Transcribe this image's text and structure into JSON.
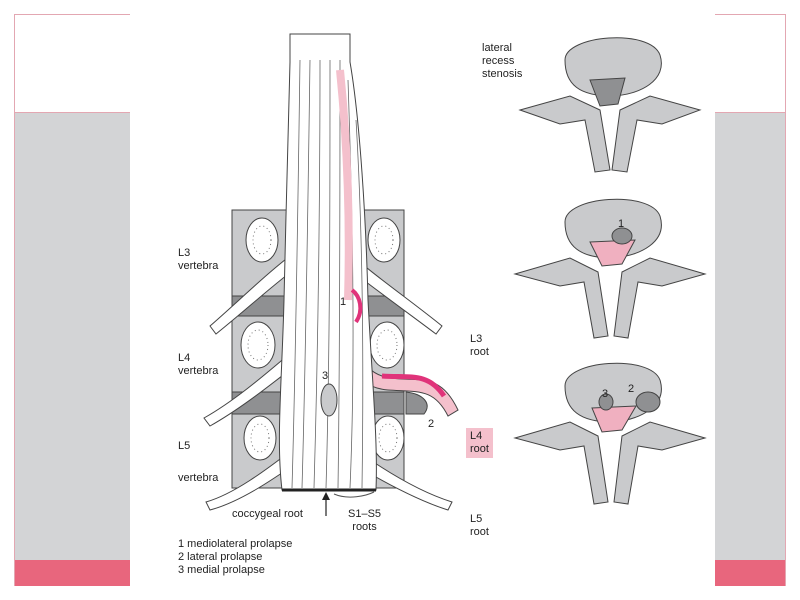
{
  "labels": {
    "lateral_recess_stenosis": "lateral\nrecess\nstenosis",
    "l3_vertebra": "L3\nvertebra",
    "l4_vertebra": "L4\nvertebra",
    "l5_vertebra_top": "L5",
    "l5_vertebra_bottom": "vertebra",
    "l3_root": "L3\nroot",
    "l4_root": "L4\nroot",
    "l5_root": "L5\nroot",
    "coccygeal_root": "coccygeal root",
    "s1_s5_roots": "S1–S5\nroots",
    "marker_1": "1",
    "marker_2": "2",
    "marker_3": "3"
  },
  "legend": [
    "1 mediolateral prolapse",
    "2 lateral prolapse",
    "3 medial prolapse"
  ],
  "colors": {
    "frame": "#e3a7b2",
    "band": "#d3d4d6",
    "stripe": "#e8667d",
    "bone": "#c9cacc",
    "pink_root": "#f4c0cc",
    "magenta": "#e0337a"
  }
}
